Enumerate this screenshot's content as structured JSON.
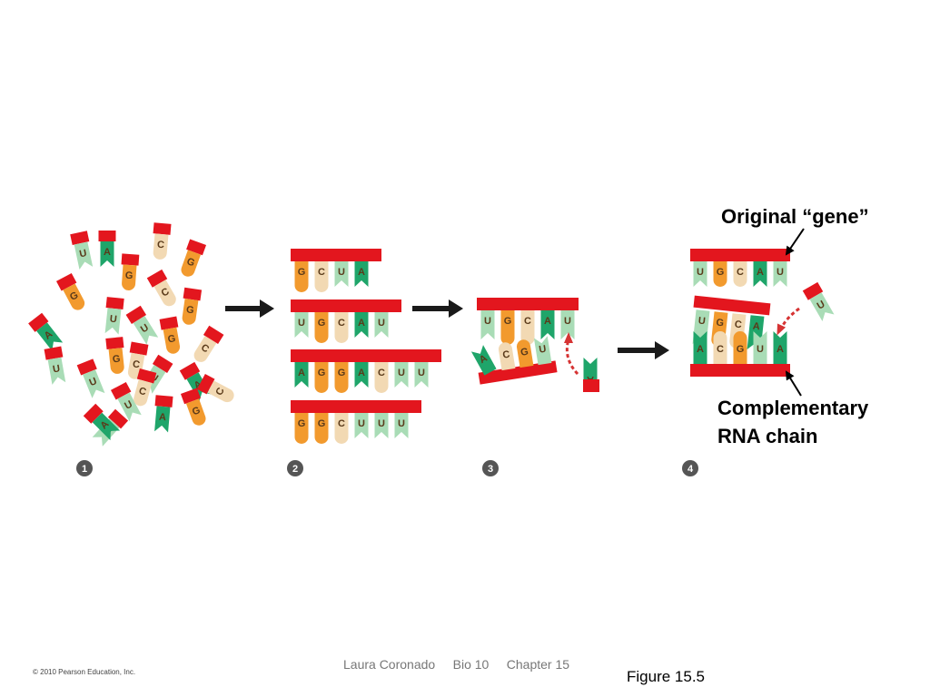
{
  "labels": {
    "original_gene": "Original “gene”",
    "complementary_line1": "Complementary",
    "complementary_line2": "RNA chain"
  },
  "footer": {
    "copyright": "© 2010 Pearson Education, Inc.",
    "meta": "Laura Coronado     Bio 10     Chapter 15",
    "figure": "Figure 15.5"
  },
  "steps": [
    "1",
    "2",
    "3",
    "4"
  ],
  "colors": {
    "backbone": "#e3161e",
    "G": "#f29a2e",
    "C": "#f2d9b3",
    "A": "#1fa56a",
    "U": "#a9dcb6",
    "arrow": "#1a1a1a",
    "dashed_arrow": "#d63333",
    "step_circle": "#555555"
  },
  "panels": {
    "step1_free_nucleotides": [
      "U",
      "A",
      "G",
      "C",
      "G",
      "G",
      "C",
      "G",
      "A",
      "U",
      "U",
      "G",
      "C",
      "G",
      "C",
      "U",
      "U",
      "A",
      "U",
      "A",
      "G",
      "U",
      "C",
      "A",
      "U",
      "C"
    ],
    "step2_short_chains": [
      [
        "G",
        "C",
        "U",
        "A"
      ],
      [
        "U",
        "G",
        "C",
        "A",
        "U"
      ],
      [
        "A",
        "G",
        "G",
        "A",
        "C",
        "U",
        "U"
      ],
      [
        "G",
        "G",
        "C",
        "U",
        "U",
        "U"
      ]
    ],
    "step3_template": [
      "U",
      "G",
      "C",
      "A",
      "U"
    ],
    "step3_new_strand": [
      "A",
      "C",
      "G",
      "U"
    ],
    "step3_incoming": "A",
    "step4_original": [
      "U",
      "G",
      "C",
      "A",
      "U"
    ],
    "step4_middle": [
      "U",
      "G",
      "C",
      "A"
    ],
    "step4_complement": [
      "A",
      "C",
      "G",
      "U",
      "A"
    ],
    "step4_incoming": "U"
  }
}
